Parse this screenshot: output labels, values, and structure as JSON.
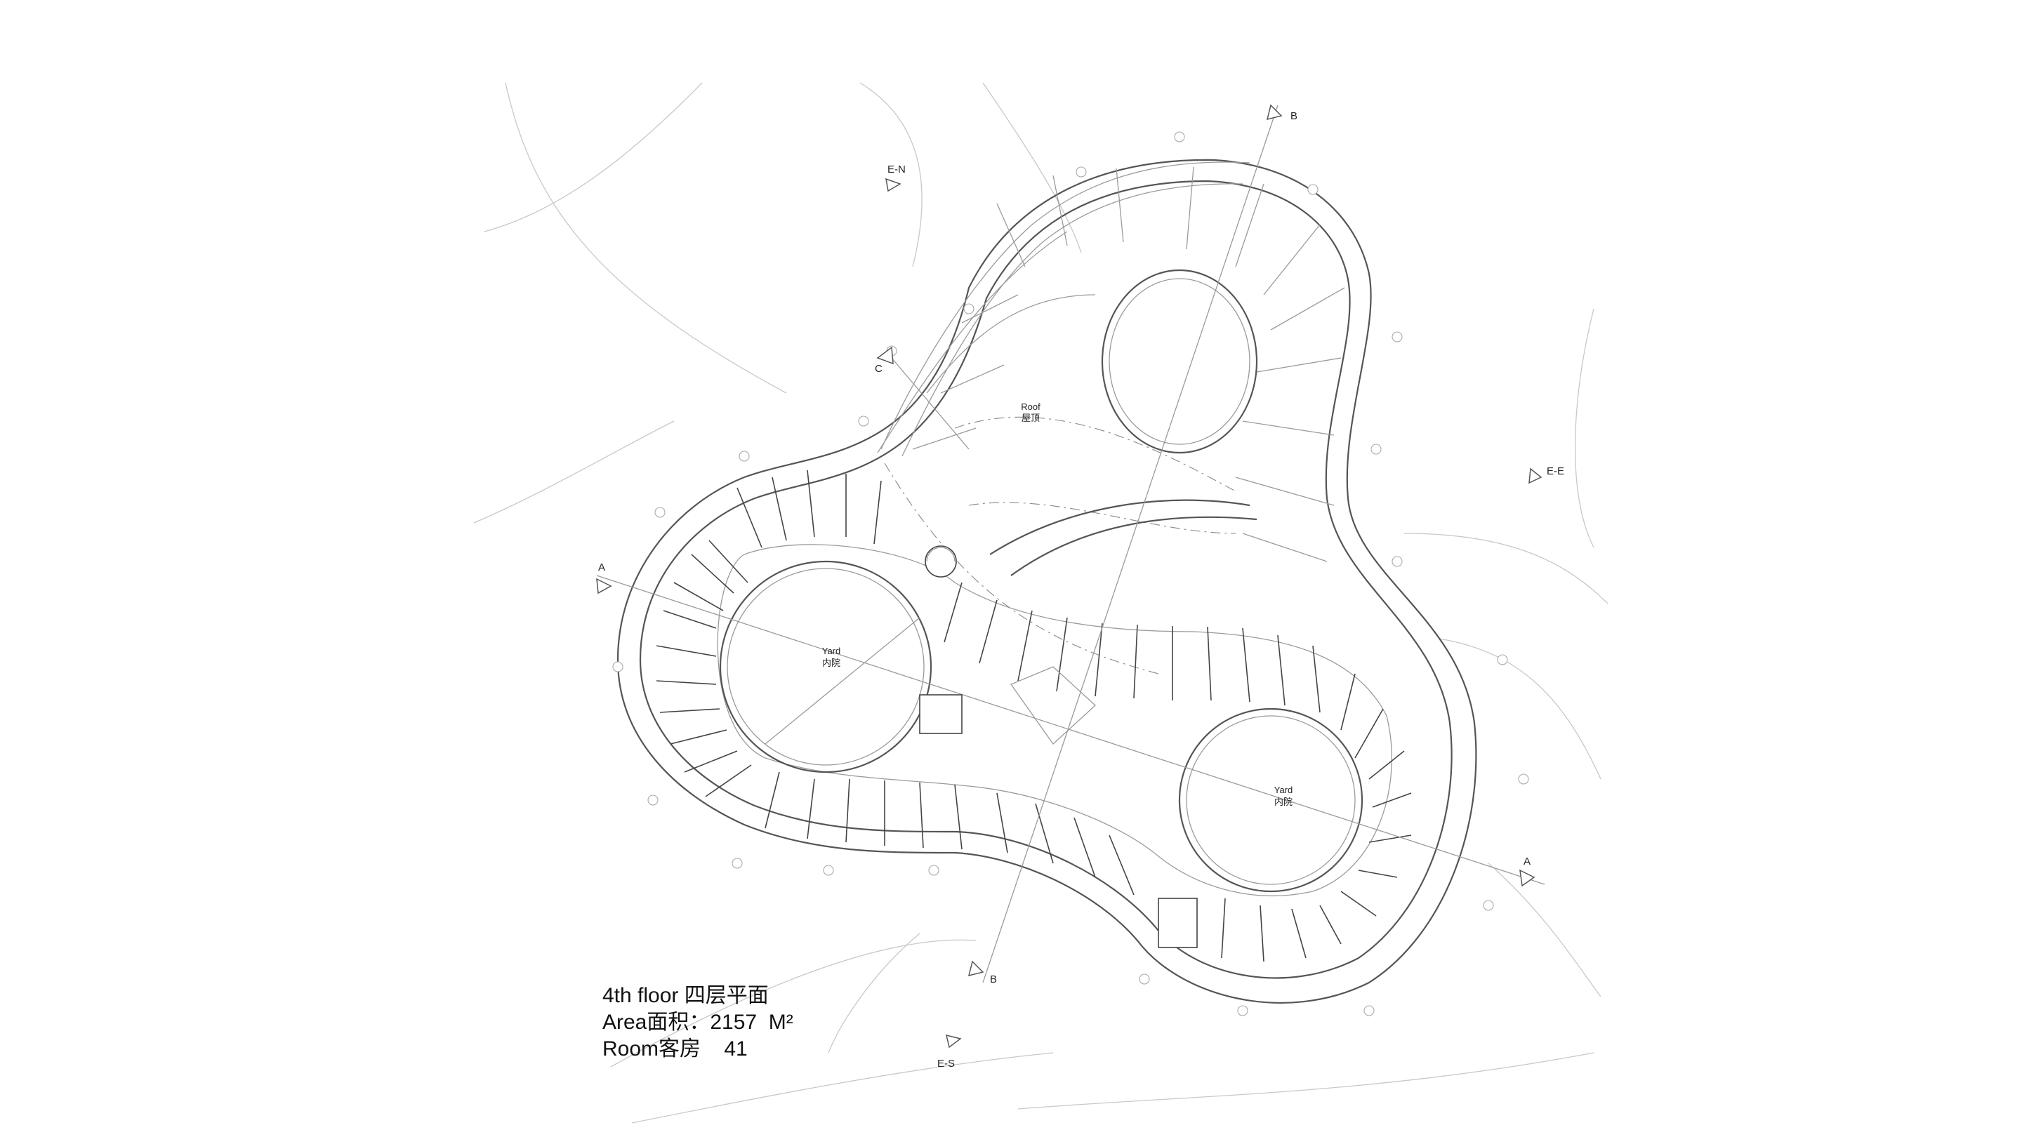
{
  "plan": {
    "markers": {
      "a_west": "A",
      "a_east": "A",
      "b_north": "B",
      "b_south": "B",
      "c": "C",
      "e_n": "E-N",
      "e_e": "E-E",
      "e_s": "E-S"
    },
    "labels": {
      "roof_en": "Roof",
      "roof_cn": "屋顶",
      "yard_west_en": "Yard",
      "yard_west_cn": "内院",
      "yard_east_en": "Yard",
      "yard_east_cn": "内院"
    }
  },
  "legend": {
    "floor": "4th floor 四层平面",
    "area": "Area面积：2157  M²",
    "rooms": "Room客房    41"
  }
}
